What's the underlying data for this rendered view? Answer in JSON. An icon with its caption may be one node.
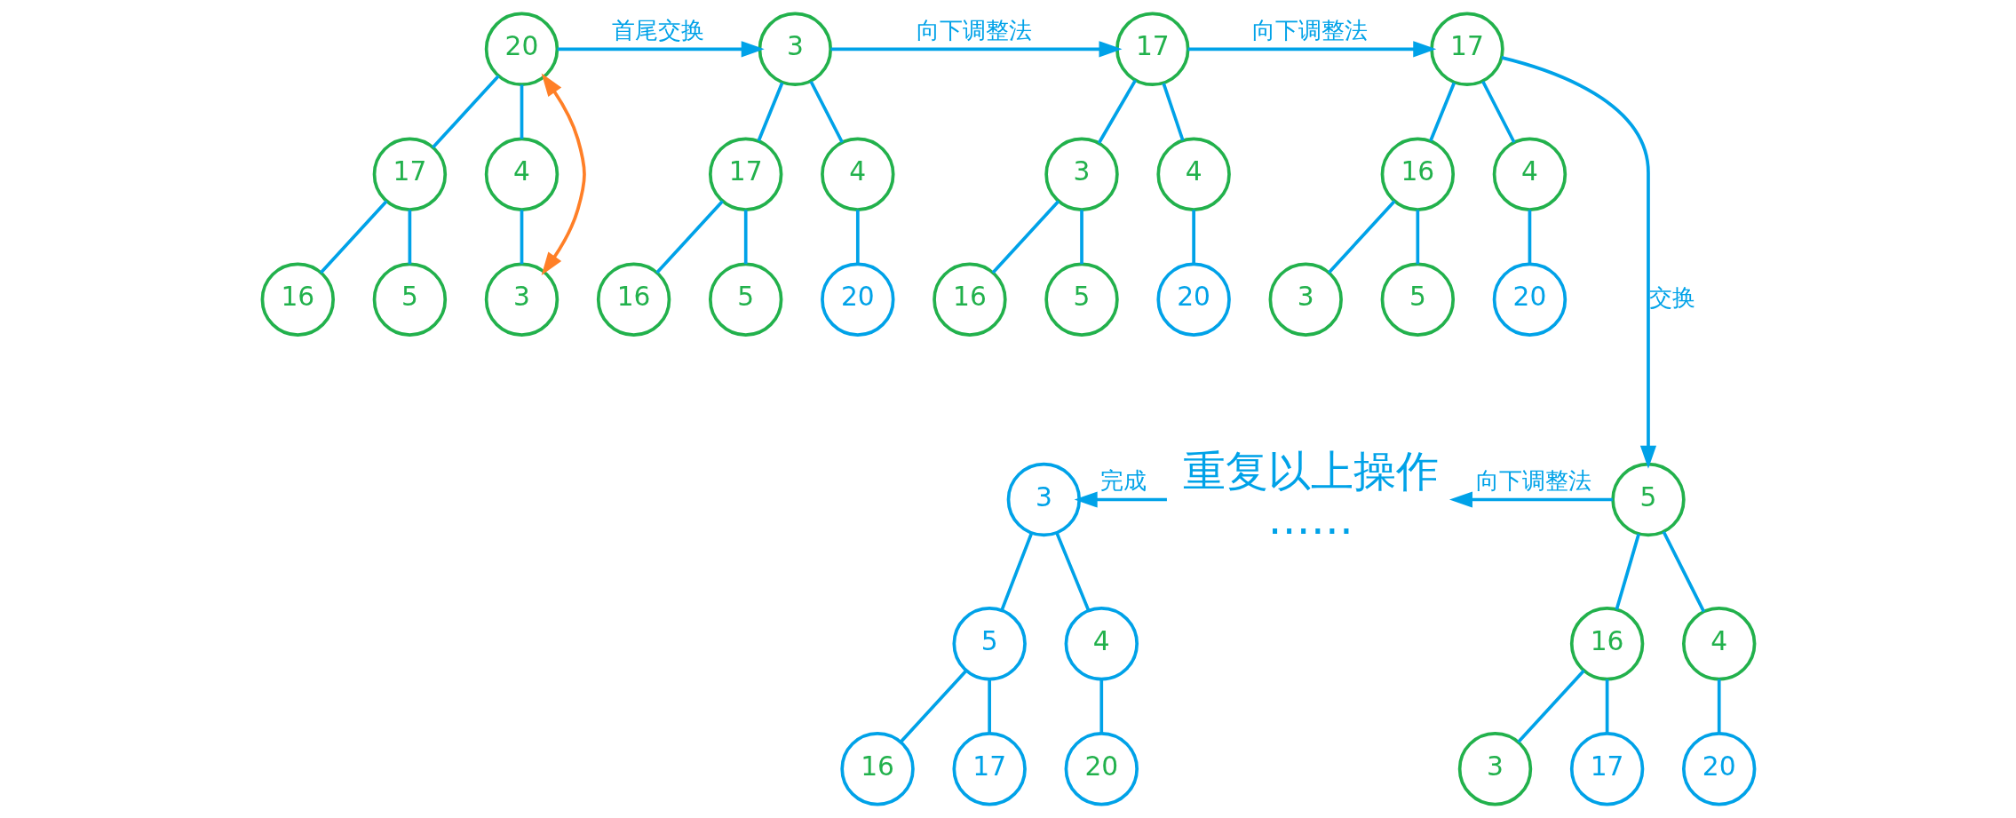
{
  "diagram": {
    "nodes": [
      {
        "text": [
          "20"
        ]
      },
      {
        "text": [
          "17"
        ]
      },
      {
        "text": [
          "4"
        ]
      },
      {
        "text": [
          "16"
        ]
      },
      {
        "text": [
          "5"
        ]
      },
      {
        "text": [
          "3"
        ]
      },
      {
        "text": [
          "3"
        ]
      },
      {
        "text": [
          "17"
        ]
      },
      {
        "text": [
          "4"
        ]
      },
      {
        "text": [
          "16"
        ]
      },
      {
        "text": [
          "5"
        ]
      },
      {
        "text": [
          "20"
        ]
      },
      {
        "text": [
          "17"
        ]
      },
      {
        "text": [
          "3"
        ]
      },
      {
        "text": [
          "4"
        ]
      },
      {
        "text": [
          "16"
        ]
      },
      {
        "text": [
          "5"
        ]
      },
      {
        "text": [
          "20"
        ]
      },
      {
        "text": [
          "17"
        ]
      },
      {
        "text": [
          "16"
        ]
      },
      {
        "text": [
          "4"
        ]
      },
      {
        "text": [
          "3"
        ]
      },
      {
        "text": [
          "5"
        ]
      },
      {
        "text": [
          "20"
        ]
      },
      {
        "text": [
          "5"
        ]
      },
      {
        "text": [
          "16"
        ]
      },
      {
        "text": [
          "4"
        ]
      },
      {
        "text": [
          "3"
        ]
      },
      {
        "text": [
          "17"
        ]
      },
      {
        "text": [
          "20"
        ]
      },
      {
        "text": [
          "重复以上操作",
          "……"
        ]
      },
      {
        "text": [
          "3"
        ]
      },
      {
        "text": [
          "5"
        ]
      },
      {
        "text": [
          "4"
        ]
      },
      {
        "text": [
          "16"
        ]
      },
      {
        "text": [
          "17"
        ]
      },
      {
        "text": [
          "20"
        ]
      }
    ],
    "edges": [
      {
        "from": 0,
        "to": 1,
        "arrow": "none"
      },
      {
        "from": 0,
        "to": 2,
        "arrow": "none"
      },
      {
        "from": 1,
        "to": 3,
        "arrow": "none"
      },
      {
        "from": 1,
        "to": 4,
        "arrow": "none"
      },
      {
        "from": 2,
        "to": 5,
        "arrow": "none"
      },
      {
        "from": 0,
        "to": 5,
        "arrow": "both",
        "color": "#ff7f27"
      },
      {
        "from": 0,
        "to": 6,
        "arrow": "to",
        "label": "首尾交换"
      },
      {
        "from": 6,
        "to": 7,
        "arrow": "none"
      },
      {
        "from": 6,
        "to": 8,
        "arrow": "none"
      },
      {
        "from": 7,
        "to": 9,
        "arrow": "none"
      },
      {
        "from": 7,
        "to": 10,
        "arrow": "none"
      },
      {
        "from": 8,
        "to": 11,
        "arrow": "none"
      },
      {
        "from": 6,
        "to": 12,
        "arrow": "to",
        "label": "向下调整法"
      },
      {
        "from": 12,
        "to": 13,
        "arrow": "none"
      },
      {
        "from": 12,
        "to": 14,
        "arrow": "none"
      },
      {
        "from": 13,
        "to": 15,
        "arrow": "none"
      },
      {
        "from": 13,
        "to": 16,
        "arrow": "none"
      },
      {
        "from": 14,
        "to": 17,
        "arrow": "none"
      },
      {
        "from": 12,
        "to": 18,
        "arrow": "to",
        "label": "向下调整法"
      },
      {
        "from": 18,
        "to": 19,
        "arrow": "none"
      },
      {
        "from": 18,
        "to": 20,
        "arrow": "none"
      },
      {
        "from": 19,
        "to": 21,
        "arrow": "none"
      },
      {
        "from": 19,
        "to": 22,
        "arrow": "none"
      },
      {
        "from": 20,
        "to": 23,
        "arrow": "none"
      },
      {
        "from": 18,
        "to": 24,
        "arrow": "to",
        "label": "交换"
      },
      {
        "from": 24,
        "to": 25,
        "arrow": "none"
      },
      {
        "from": 24,
        "to": 26,
        "arrow": "none"
      },
      {
        "from": 25,
        "to": 27,
        "arrow": "none"
      },
      {
        "from": 25,
        "to": 28,
        "arrow": "none"
      },
      {
        "from": 26,
        "to": 29,
        "arrow": "none"
      },
      {
        "from": 24,
        "to": 30,
        "arrow": "to",
        "label": "向下调整法"
      },
      {
        "from": 30,
        "to": 31,
        "arrow": "to",
        "label": "完成"
      },
      {
        "from": 31,
        "to": 32,
        "arrow": "none"
      },
      {
        "from": 31,
        "to": 33,
        "arrow": "none"
      },
      {
        "from": 32,
        "to": 34,
        "arrow": "none"
      },
      {
        "from": 32,
        "to": 35,
        "arrow": "none"
      },
      {
        "from": 33,
        "to": 36,
        "arrow": "none"
      }
    ]
  }
}
